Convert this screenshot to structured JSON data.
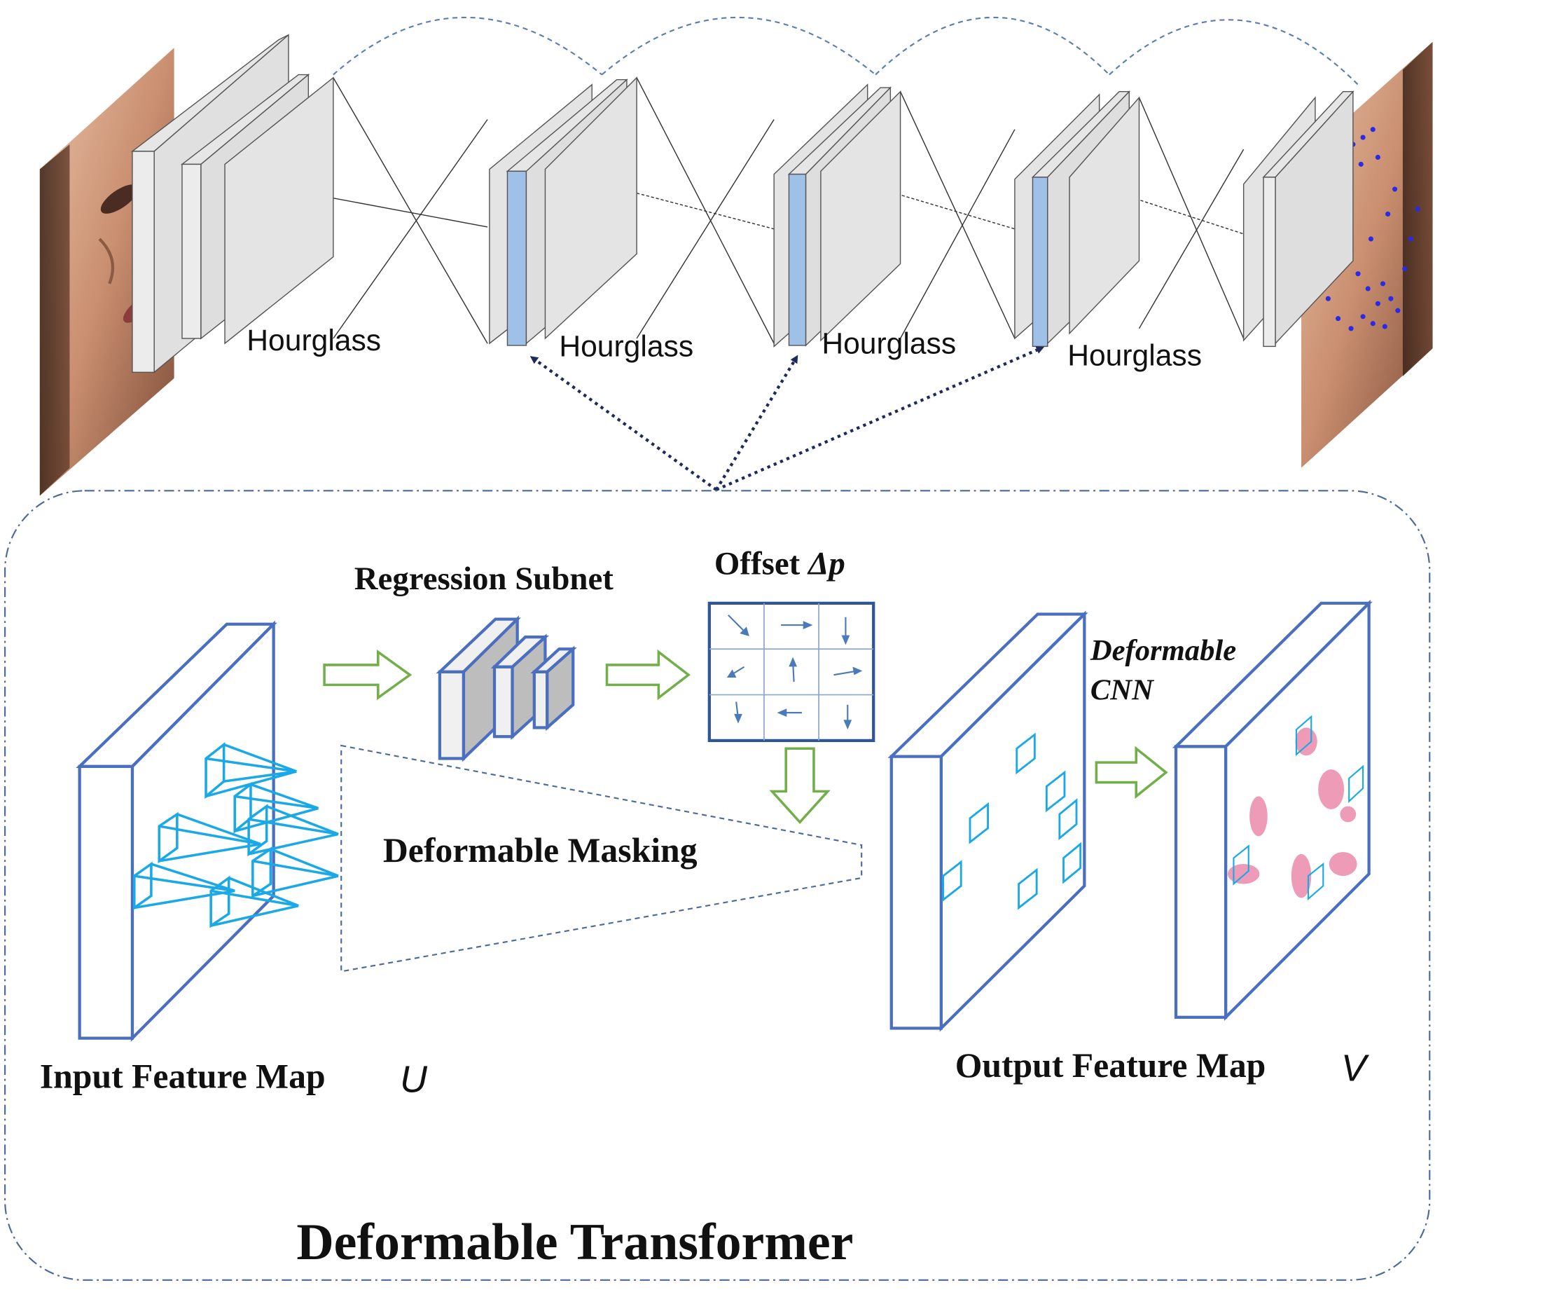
{
  "hourglass_labels": [
    "Hourglass",
    "Hourglass",
    "Hourglass",
    "Hourglass"
  ],
  "transformer": {
    "regression_subnet": "Regression Subnet",
    "offset_label": "Offset ",
    "offset_symbol": "Δp",
    "deformable_masking": "Deformable Masking",
    "deformable_cnn_line1": "Deformable",
    "deformable_cnn_line2": "CNN",
    "input_feature_map": "Input Feature Map",
    "input_symbol": "U",
    "output_feature_map": "Output Feature Map",
    "output_symbol": "V",
    "title": "Deformable Transformer"
  },
  "colors": {
    "box_blue": "#4a6fbf",
    "cyan": "#1aa9e6",
    "green_arrow": "#72ae4a",
    "pink": "#e87aa0",
    "hourglass_fill": "#e6e6e6",
    "hourglass_accent": "#9fc1e8",
    "landmark_blue": "#2a2ae6"
  }
}
